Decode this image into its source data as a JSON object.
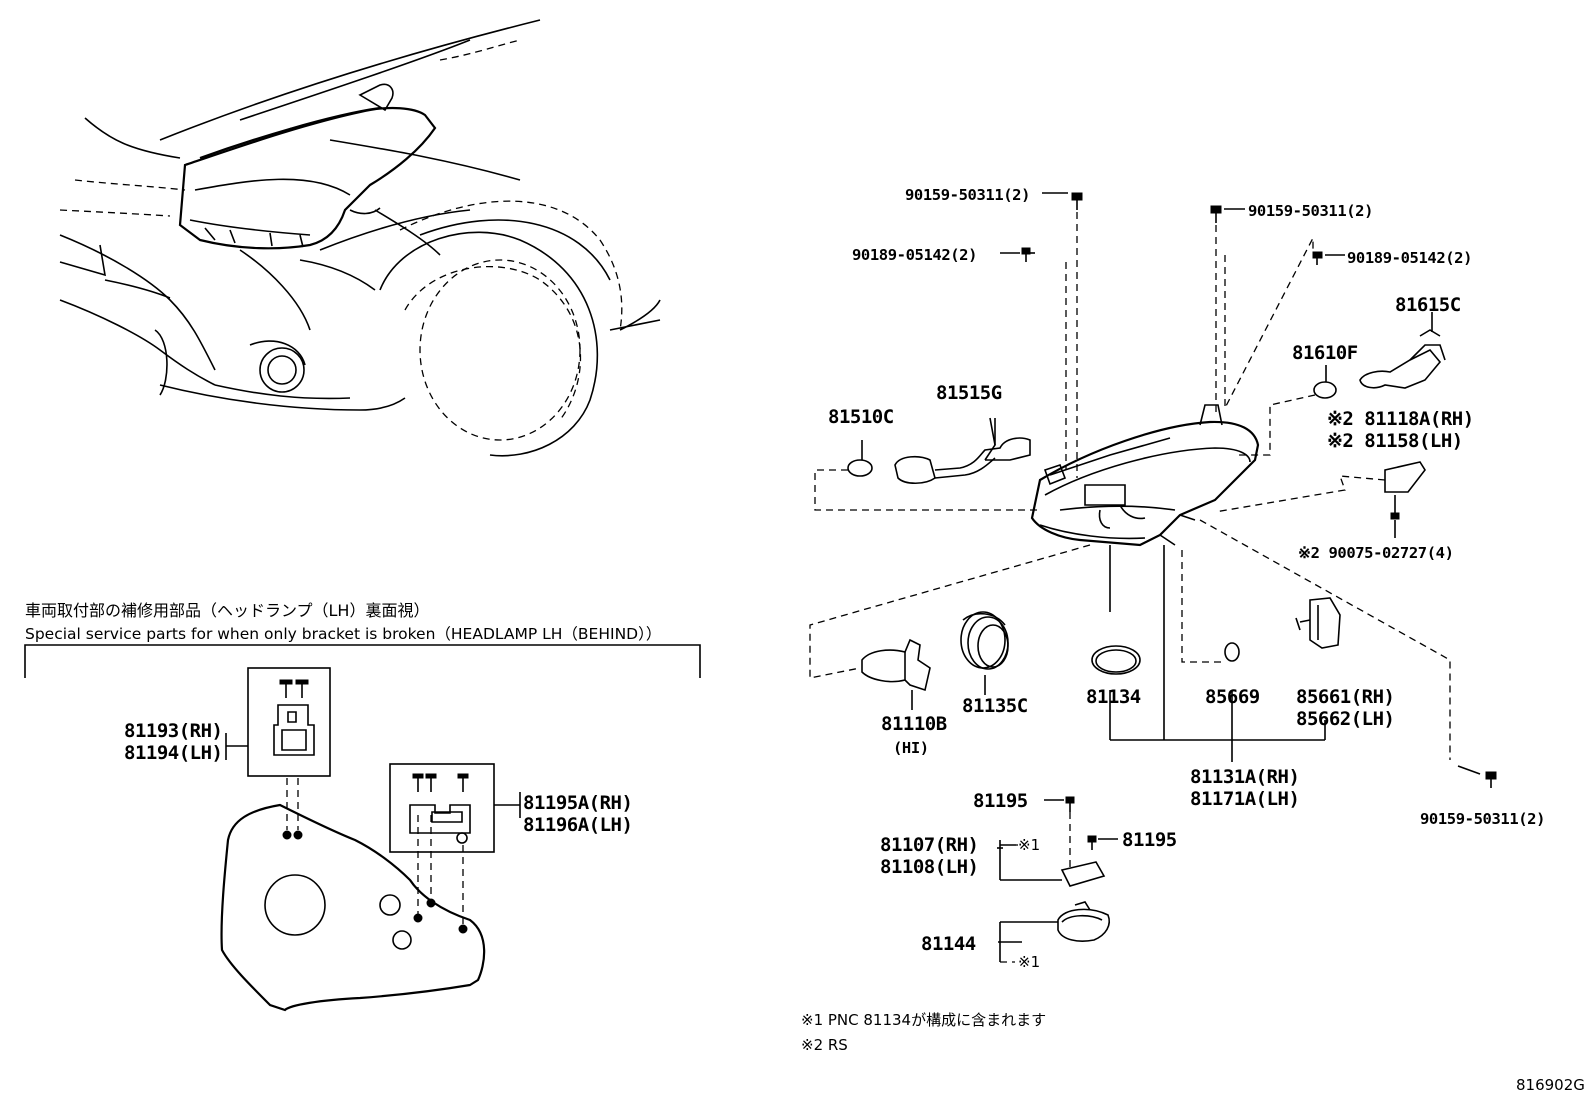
{
  "diagram_code": "816902G",
  "bracket_section": {
    "title_ja": "車両取付部の補修用部品（ヘッドランプ（LH）裏面視）",
    "title_en": "Special service parts for when only bracket is broken（HEADLAMP LH（BEHIND））",
    "parts": {
      "p81193": "81193(RH)",
      "p81194": "81194(LH)",
      "p81195A": "81195A(RH)",
      "p81196A": "81196A(LH)"
    }
  },
  "headlamp_parts": {
    "bolt_a": "90159-50311(2)",
    "clip_a": "90189-05142(2)",
    "bolt_b": "90159-50311(2)",
    "clip_b": "90189-05142(2)",
    "p81615C": "81615C",
    "p81610F": "81610F",
    "p81515G": "81515G",
    "p81510C": "81510C",
    "p81118A": "※2 81118A(RH)",
    "p81158": "※2 81158(LH)",
    "p90075": "※2 90075-02727(4)",
    "p81110B": "81110B",
    "p81110B_sub": "(HI)",
    "p81135C": "81135C",
    "p81134": "81134",
    "p85669": "85669",
    "p85661": "85661(RH)",
    "p85662": "85662(LH)",
    "p81131A": "81131A(RH)",
    "p81171A": "81171A(LH)",
    "bolt_c": "90159-50311(2)",
    "p81195_a": "81195",
    "p81195_b": "81195",
    "p81107": "81107(RH)",
    "p81108": "81108(LH)",
    "p81144": "81144",
    "mark1_a": "※1",
    "mark1_b": "※1"
  },
  "notes": {
    "n1": "※1 PNC 81134が構成に含まれます",
    "n2": "※2 RS"
  }
}
